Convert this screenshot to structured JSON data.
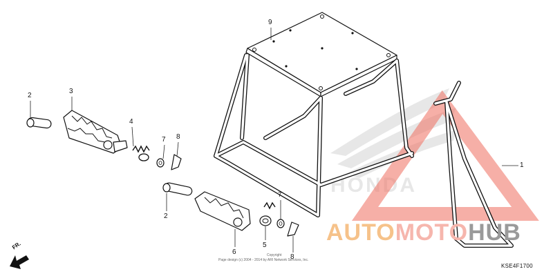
{
  "diagram_code": "KSE4F1700",
  "direction_label": "FR.",
  "copyright_head": "Copyright",
  "copyright_text": "Page design (c) 2004 - 2014 by ARI Network Services, Inc.",
  "watermark": {
    "part1": "AUTO",
    "part2": "MOTO",
    "part3": "HUB"
  },
  "brand_mark": "HONDA",
  "callouts": [
    "1",
    "2",
    "3",
    "4",
    "5",
    "6",
    "7",
    "8",
    "9",
    "2",
    "7",
    "8"
  ],
  "colors": {
    "watermark_orange": "#f6c28a",
    "watermark_red": "#f08a7c",
    "watermark_grey": "#9a9a9a",
    "line": "#111111"
  }
}
